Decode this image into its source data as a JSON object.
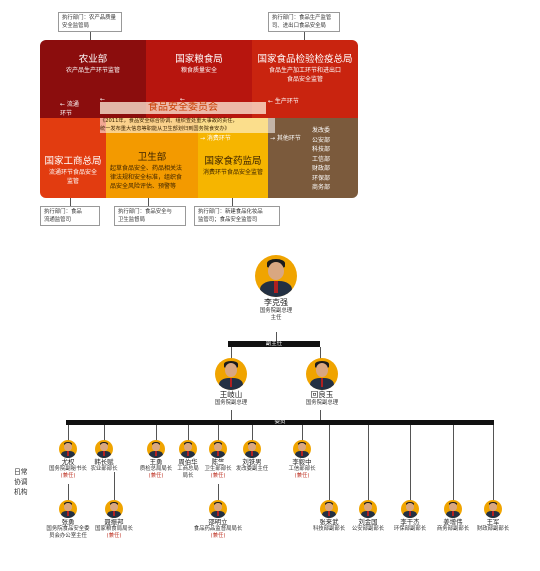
{
  "top_notes": {
    "left": "执行部门：农产品质量\n安全监管局",
    "right": "执行部门：食品生产监管\n司、进出口食品安全局"
  },
  "panel": {
    "agri": {
      "title": "农业部",
      "sub": "农产品生产环节监管"
    },
    "grain": {
      "title": "国家粮食局",
      "sub": "粮食质量安全"
    },
    "aqsiq": {
      "title": "国家食品检验检疫总局",
      "sub": "食品生产加工环节和进出口\n食品安全监管"
    },
    "arrow_left": "← 流通环节",
    "arrow_right": "← 生产环节",
    "commission": "食品安全委员会",
    "overlay_text": "《2011年，食品安全综合协调、组织查处重大事故的责任，\n统一发布重大信息等职能从卫生部划归到国务院食安办》",
    "arrow_consume": "→ 消费环节",
    "arrow_other": "→ 其他环节",
    "saic": {
      "title": "国家工商总局",
      "sub": "流通环节食品安全\n监管"
    },
    "moh": {
      "title": "卫生部",
      "sub": "起草食品安全、药品相关法\n律法规和安全标准，组织食\n品安全风险评估、预警等"
    },
    "sfda": {
      "title": "国家食药监局",
      "sub": "消费环节食品安全监管"
    },
    "others": [
      "发改委",
      "公安部",
      "科技部",
      "工信部",
      "财政部",
      "环保部",
      "商务部"
    ]
  },
  "bottom_notes": {
    "n1": "执行部门：食品\n流通监管司",
    "n2": "执行部门：食品安全与\n卫生监督局",
    "n3": "执行部门：新建食品化妆品\n监管司；食品安全监管司"
  },
  "leaders": {
    "top": {
      "name": "李克强",
      "title": "国务院副总理",
      "role": "主任"
    },
    "bar1": "副主任",
    "left": {
      "name": "王岐山",
      "title": "国务院副总理"
    },
    "right": {
      "name": "回良玉",
      "title": "国务院副总理"
    },
    "bar2": "委员"
  },
  "side_label": "日常\n协调\n机构",
  "members_row1": [
    {
      "name": "尤权",
      "title": "国务院副秘书长",
      "concurrent": "(兼任)"
    },
    {
      "name": "韩长赋",
      "title": "农业部部长",
      "concurrent": ""
    },
    {
      "name": "王勇",
      "title": "质检总局局长",
      "concurrent": "(兼任)"
    },
    {
      "name": "周伯华",
      "title": "工商总局\n局长",
      "concurrent": ""
    },
    {
      "name": "陈竺",
      "title": "卫生部部长",
      "concurrent": "(兼任)"
    },
    {
      "name": "刘铁男",
      "title": "发改委副主任",
      "concurrent": ""
    },
    {
      "name": "李毅中",
      "title": "工信部部长",
      "concurrent": "(兼任)"
    }
  ],
  "members_row2": [
    {
      "name": "张勇",
      "title": "国务院食品安全委\n员会办公室主任",
      "concurrent": ""
    },
    {
      "name": "聂振邦",
      "title": "国家粮食局局长",
      "concurrent": "(兼任)"
    },
    {
      "name": "邵明立",
      "title": "食品药品监督局局长",
      "concurrent": "(兼任)"
    },
    {
      "name": "张来武",
      "title": "科技部副部长",
      "concurrent": ""
    },
    {
      "name": "刘金国",
      "title": "公安部副部长",
      "concurrent": ""
    },
    {
      "name": "李干杰",
      "title": "环保部副部长",
      "concurrent": ""
    },
    {
      "name": "姜增伟",
      "title": "商务部副部长",
      "concurrent": ""
    },
    {
      "name": "王军",
      "title": "财政部副部长",
      "concurrent": ""
    }
  ],
  "colors": {
    "dark_red": "#8b0d0d",
    "red": "#c51d12",
    "orange": "#f39a00",
    "brown": "#7b5a3c",
    "gold": "#f0a400"
  }
}
